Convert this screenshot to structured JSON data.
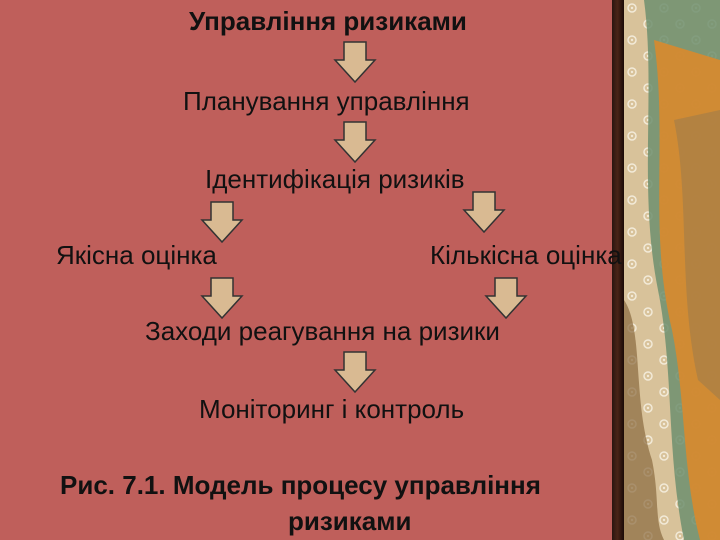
{
  "diagram": {
    "title": "Управління ризиками",
    "steps": {
      "planning": "Планування управління",
      "identification": "Ідентифікація ризиків",
      "qualitative": "Якісна оцінка",
      "quantitative": "Кількісна оцінка",
      "response": "Заходи реагування на ризики",
      "monitoring": "Моніторинг і контроль"
    },
    "caption_line1": "Рис. 7.1.  Модель процесу управління",
    "caption_line2": "ризиками"
  },
  "colors": {
    "slide_background": "#bf5f5b",
    "arrow_fill": "#d9ba92",
    "decor_teal": "#5a8f72",
    "decor_orange": "#d9892e"
  }
}
